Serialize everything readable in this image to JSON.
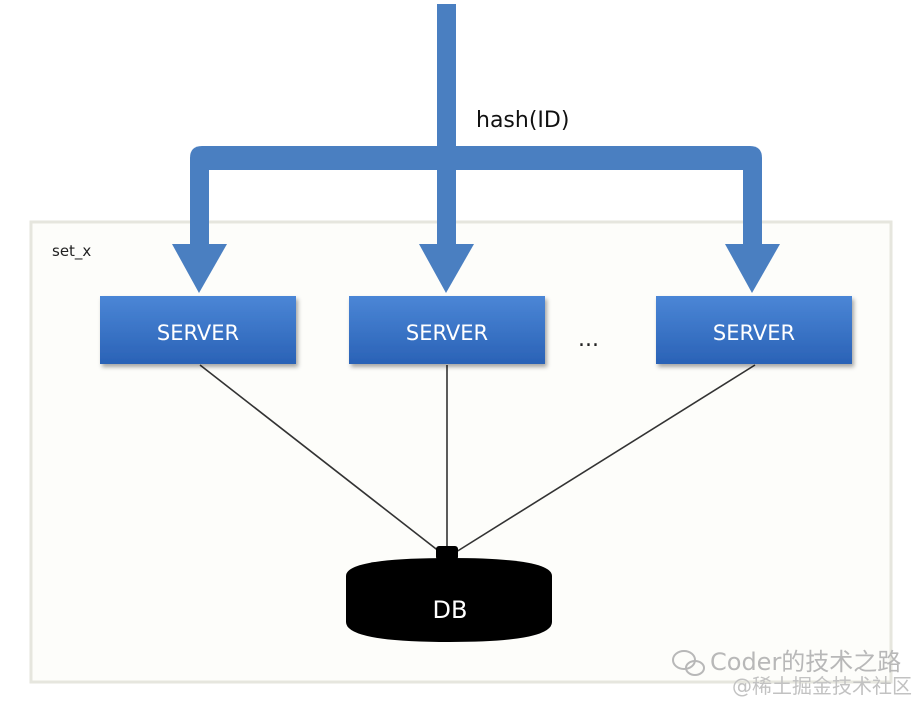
{
  "diagram": {
    "routing_label": "hash(ID)",
    "group_label": "set_x",
    "servers": [
      {
        "label": "SERVER"
      },
      {
        "label": "SERVER"
      },
      {
        "label": "SERVER"
      }
    ],
    "ellipsis": "...",
    "database": {
      "label": "DB"
    }
  },
  "watermark": {
    "line1": "Coder的技术之路",
    "line2": "@稀土掘金技术社区"
  },
  "colors": {
    "arrow": "#4a7fc1",
    "server_fill": "#2e6bc4",
    "server_fill_light": "#4b86d6",
    "container_border": "#e6e6de",
    "container_fill": "#fdfdfa",
    "db_fill": "#000000",
    "connector": "#333333"
  }
}
